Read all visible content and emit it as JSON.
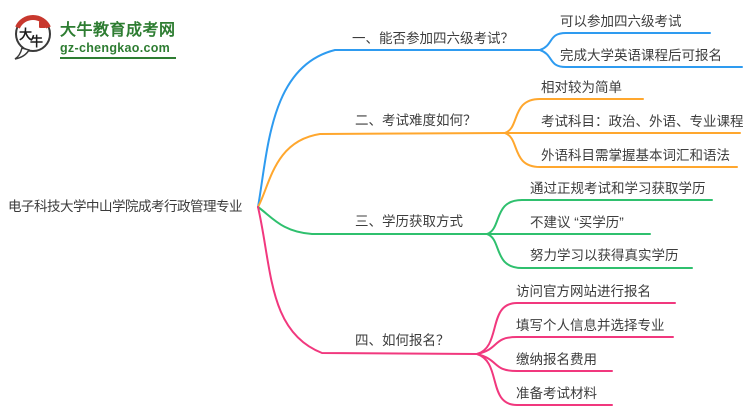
{
  "logo": {
    "icon": "daniu-bull-seal-icon",
    "title": "大牛教育成考网",
    "subtitle": "gz-chengkao.com",
    "brand_green": "#2e7d32",
    "seal_red": "#c8382e"
  },
  "root": {
    "label": "电子科技大学中山学院成考行政管理专业"
  },
  "text_color": "#3d3d3d",
  "branches": [
    {
      "label": "一、能否参加四六级考试？",
      "color": "#2e9bf0",
      "children": [
        "可以参加四六级考试",
        "完成大学英语课程后可报名"
      ]
    },
    {
      "label": "二、考试难度如何？",
      "color": "#ffa72e",
      "children": [
        "相对较为简单",
        "考试科目：政治、外语、专业课程",
        "外语科目需掌握基本词汇和语法"
      ]
    },
    {
      "label": "三、学历获取方式",
      "color": "#2fc06e",
      "children": [
        "通过正规考试和学习获取学历",
        "不建议 “买学历”",
        "努力学习以获得真实学历"
      ]
    },
    {
      "label": "四、如何报名？",
      "color": "#f1387e",
      "children": [
        "访问官方网站进行报名",
        "填写个人信息并选择专业",
        "缴纳报名费用",
        "准备考试材料"
      ]
    }
  ]
}
